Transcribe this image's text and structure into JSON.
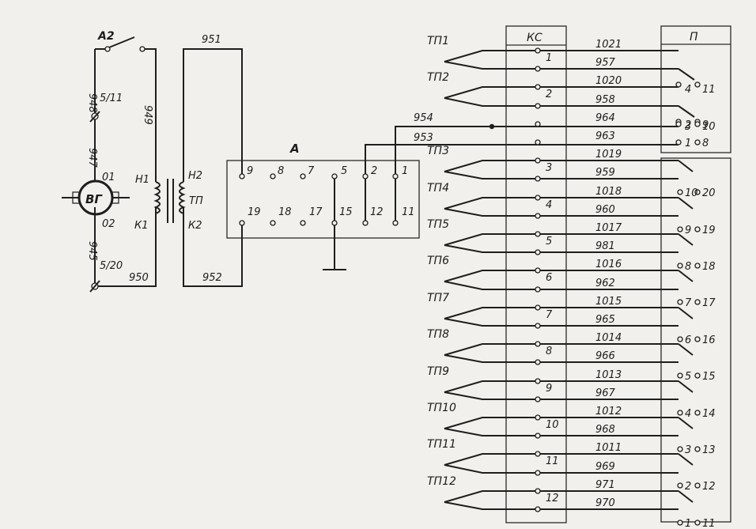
{
  "left": {
    "switch": "А2",
    "w_top": "951",
    "w_948": "948",
    "t_511": "5/11",
    "w_949": "949",
    "w_947": "947",
    "gen": "ВГ",
    "o1": "01",
    "o2": "02",
    "h1": "Н1",
    "k1": "К1",
    "h2": "Н2",
    "tp": "ТП",
    "k2": "К2",
    "w_945": "945",
    "t_520": "5/20",
    "w_950": "950",
    "w_952": "952"
  },
  "block_a": {
    "title": "А",
    "top": [
      "9",
      "8",
      "7",
      "5",
      "2",
      "1"
    ],
    "bottom": [
      "19",
      "18",
      "17",
      "15",
      "12",
      "11"
    ]
  },
  "wires_a": {
    "w954": "954",
    "w953": "953"
  },
  "ks": {
    "title": "КС",
    "pins": [
      "1",
      "2",
      "3",
      "4",
      "5",
      "6",
      "7",
      "8",
      "9",
      "10",
      "11",
      "12"
    ]
  },
  "p": {
    "title": "П",
    "top_pins": [
      "4",
      "11",
      "3",
      "10",
      "2",
      "9",
      "1",
      "8"
    ],
    "bottom_pins": [
      [
        "10",
        "20"
      ],
      [
        "9",
        "19"
      ],
      [
        "8",
        "18"
      ],
      [
        "7",
        "17"
      ],
      [
        "6",
        "16"
      ],
      [
        "5",
        "15"
      ],
      [
        "4",
        "14"
      ],
      [
        "3",
        "13"
      ],
      [
        "2",
        "12"
      ],
      [
        "1",
        "11"
      ]
    ]
  },
  "thermocouples": [
    "ТП1",
    "ТП2",
    "ТП3",
    "ТП4",
    "ТП5",
    "ТП6",
    "ТП7",
    "ТП8",
    "ТП9",
    "ТП10",
    "ТП11",
    "ТП12"
  ],
  "wires_ks_p": [
    "1021",
    "957",
    "1020",
    "958",
    "964",
    "963",
    "1019",
    "959",
    "1018",
    "960",
    "1017",
    "981",
    "1016",
    "962",
    "1015",
    "965",
    "1014",
    "966",
    "1013",
    "967",
    "1012",
    "968",
    "1011",
    "969",
    "971",
    "970"
  ]
}
